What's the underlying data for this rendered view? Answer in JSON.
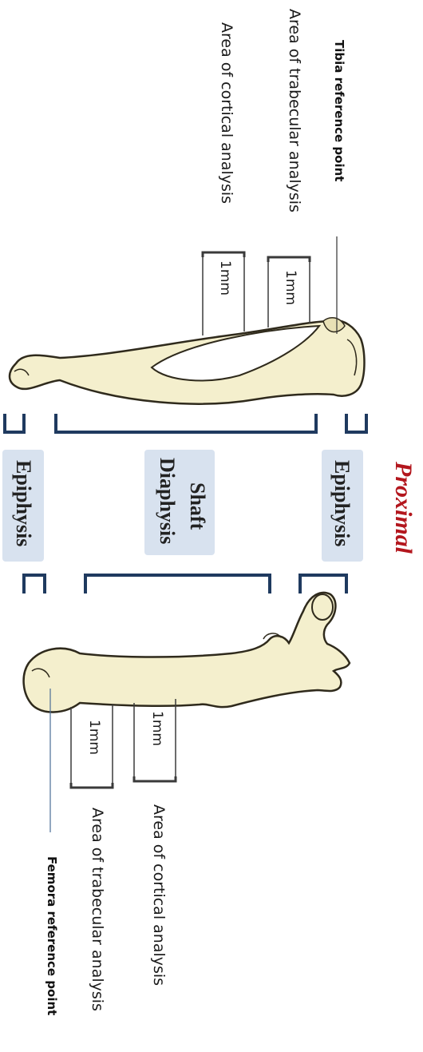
{
  "labels": {
    "tibia_reference": "Tibia reference point",
    "tibia_trabecular": "Area of trabecular analysis",
    "tibia_cortical": "Area of cortical analysis",
    "tibia_trabecular_mm": "1mm",
    "tibia_cortical_mm": "1mm",
    "proximal": "Proximal",
    "epiphysis_proximal": "Epiphysis",
    "shaft": "Shaft",
    "diaphysis": "Diaphysis",
    "epiphysis_distal": "Epiphysis",
    "femur_cortical_mm": "1mm",
    "femur_trabecular_mm": "1mm",
    "femur_cortical": "Area of cortical analysis",
    "femur_trabecular": "Area of trabecular analysis",
    "femur_reference": "Femora reference point"
  },
  "colors": {
    "bracket": "#1f3a5f",
    "bone_fill": "#f4efcd",
    "bone_outline": "#2f2a1c",
    "box_fill": "#d8e2ef",
    "proximal": "#b3161d"
  }
}
